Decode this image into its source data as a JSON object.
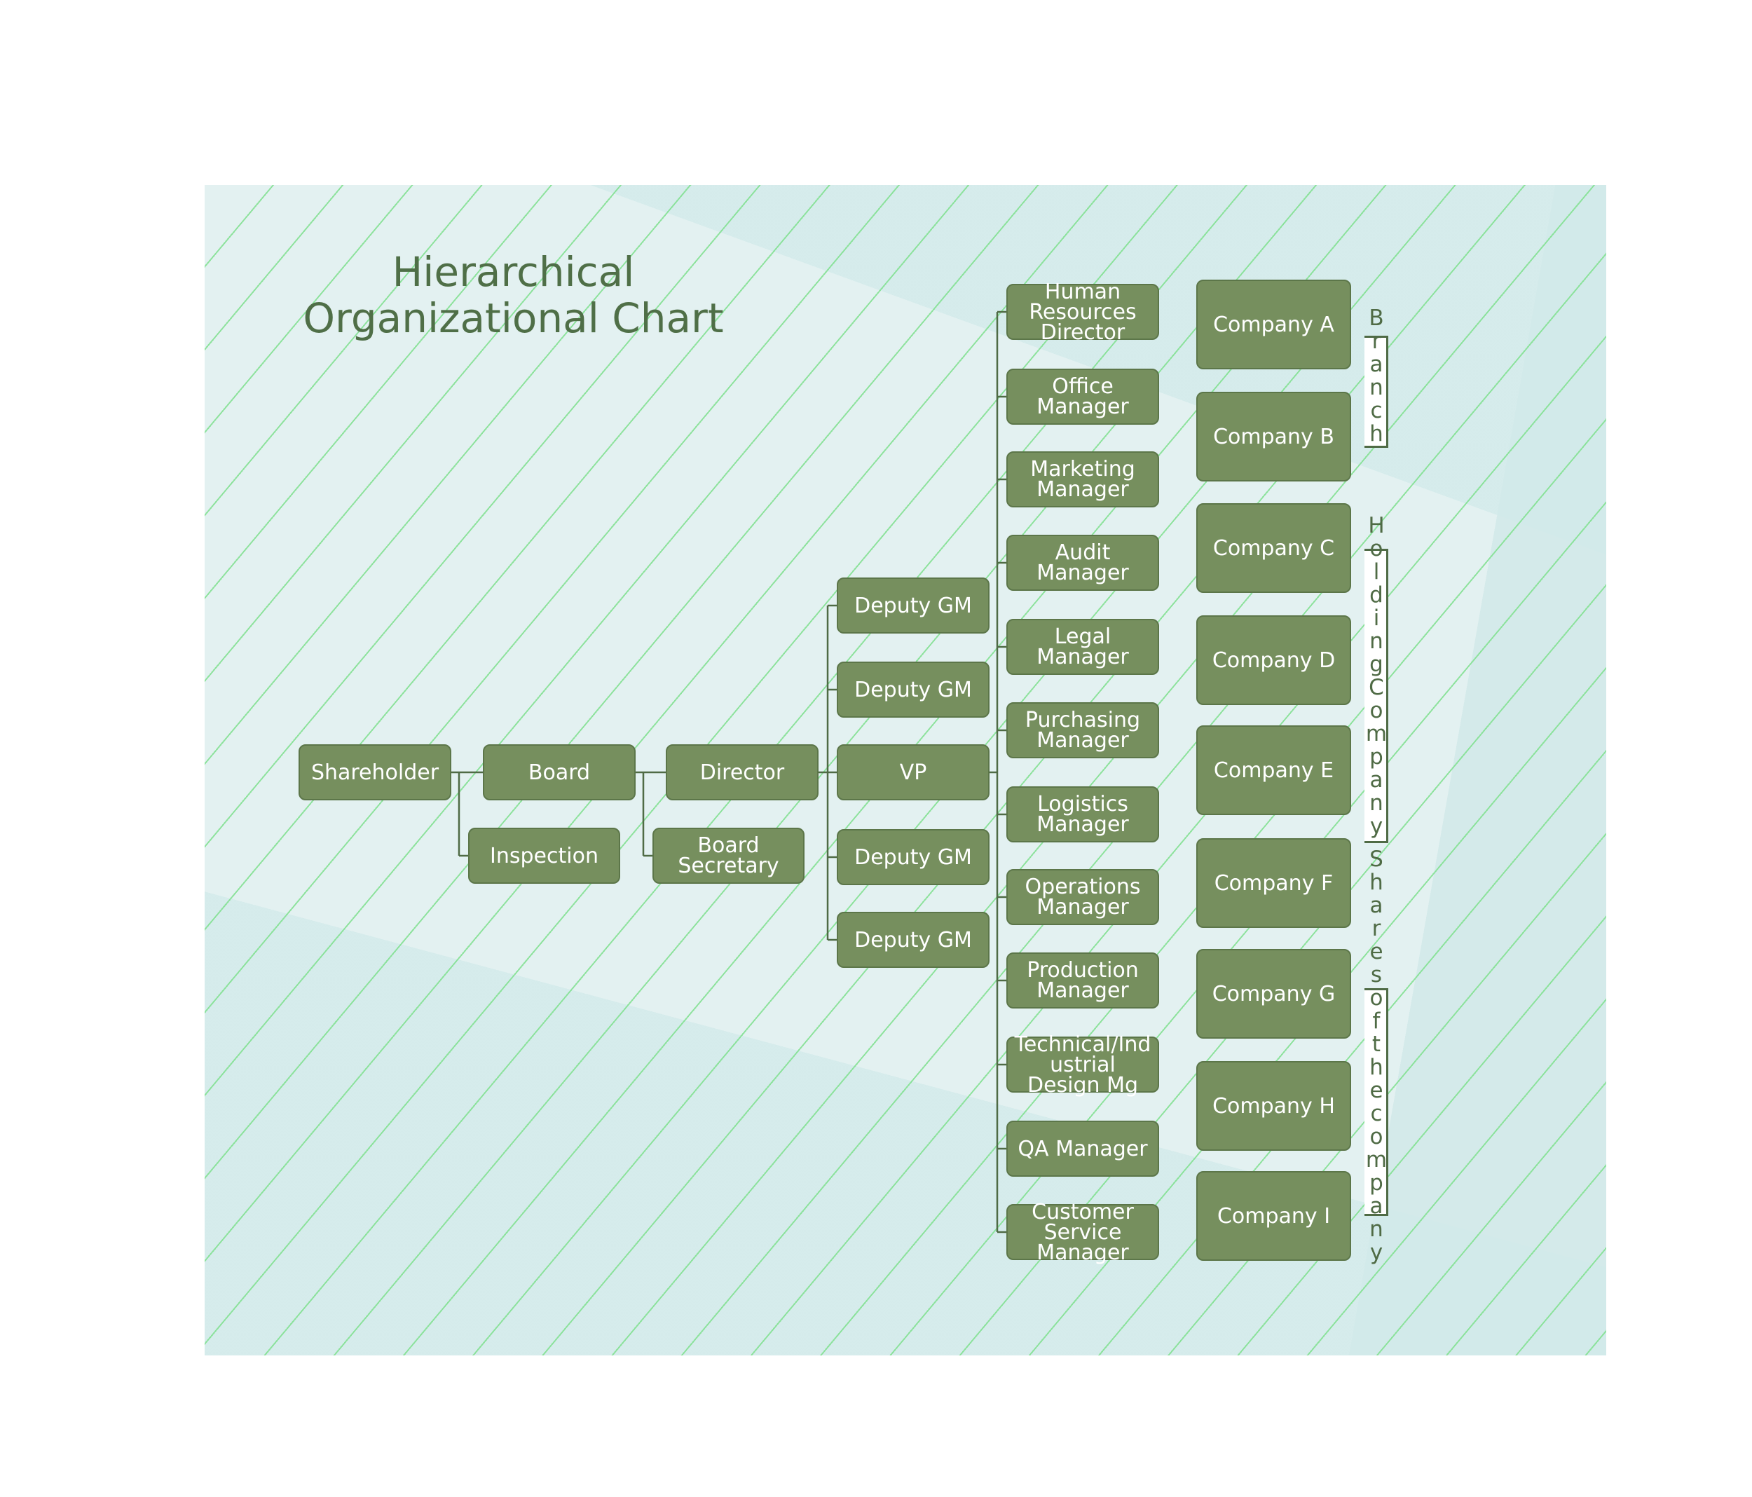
{
  "title": {
    "line1": "Hierarchical",
    "line2": "Organizational Chart"
  },
  "colors": {
    "box_fill": "#768f5e",
    "box_border": "#5c7649",
    "line": "#4f6b45",
    "background": "#e3f1f1",
    "hatch": "#7fe08e",
    "title": "#4f6f47"
  },
  "nodes": {
    "shareholder": "Shareholder",
    "board": "Board",
    "inspection": "Inspection",
    "director": "Director",
    "board_secretary": "Board Secretary",
    "vp": "VP",
    "deputies": [
      "Deputy GM",
      "Deputy GM",
      "Deputy GM",
      "Deputy GM"
    ],
    "managers": [
      "Human Resources Director",
      "Office Manager",
      "Marketing Manager",
      "Audit Manager",
      "Legal Manager",
      "Purchasing Manager",
      "Logistics Manager",
      "Operations Manager",
      "Production Manager",
      "Technical/Industrial Design Mg",
      "QA Manager",
      "Customer Service Manager"
    ],
    "companies": [
      "Company A",
      "Company B",
      "Company C",
      "Company D",
      "Company E",
      "Company F",
      "Company G",
      "Company H",
      "Company I"
    ]
  },
  "group_labels": [
    "Branch",
    "Holding Company",
    "Shares of the company"
  ]
}
